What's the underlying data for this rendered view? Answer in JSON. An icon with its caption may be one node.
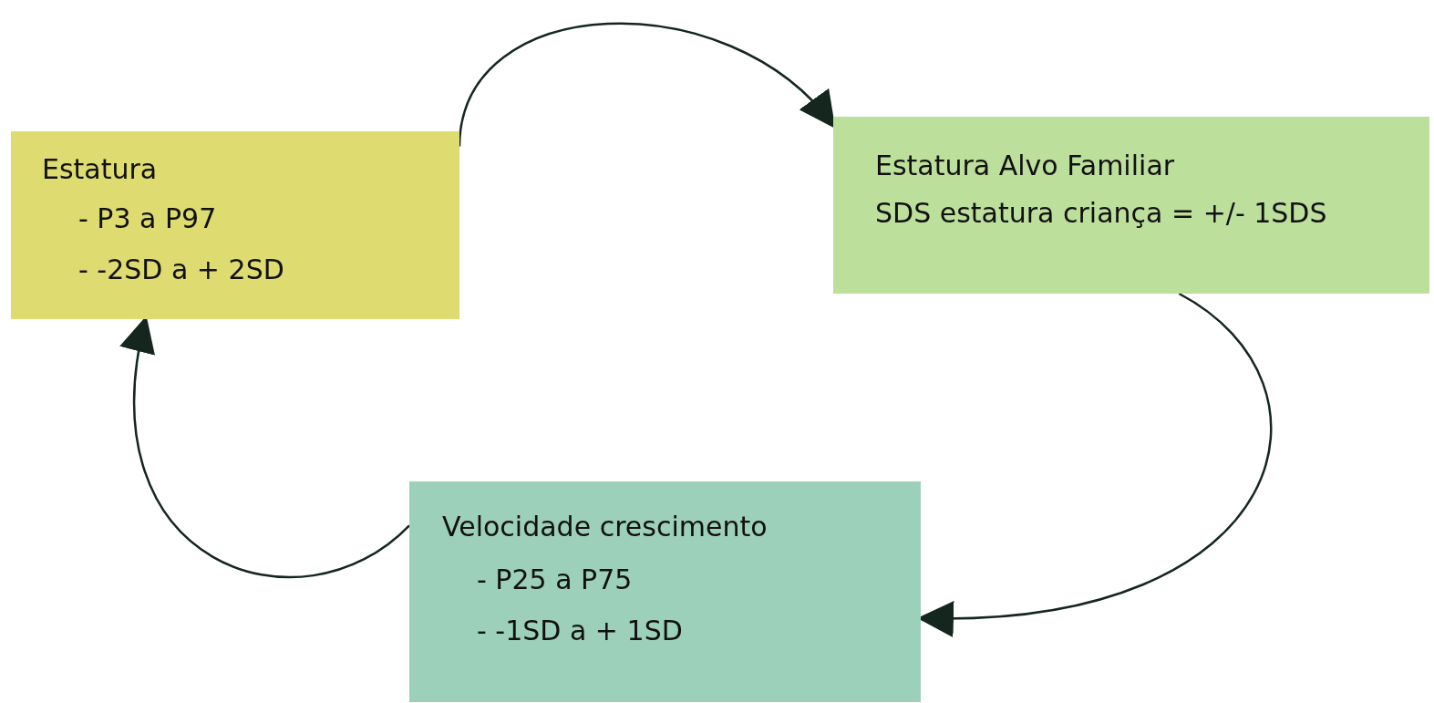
{
  "diagram": {
    "nodes": [
      {
        "text": [
          "Estatura",
          "- P3 a P97",
          "- -2SD a + 2SD"
        ]
      },
      {
        "text": [
          "Estatura Alvo Familiar",
          "SDS estatura criança = +/- 1SDS"
        ]
      },
      {
        "text": [
          "Velocidade crescimento",
          "- P25 a P75",
          "- -1SD a + 1SD"
        ]
      }
    ],
    "edges": [
      {
        "from": 0,
        "to": 1,
        "arrow": "to"
      },
      {
        "from": 1,
        "to": 2,
        "arrow": "to"
      },
      {
        "from": 2,
        "to": 0,
        "arrow": "to"
      }
    ]
  }
}
